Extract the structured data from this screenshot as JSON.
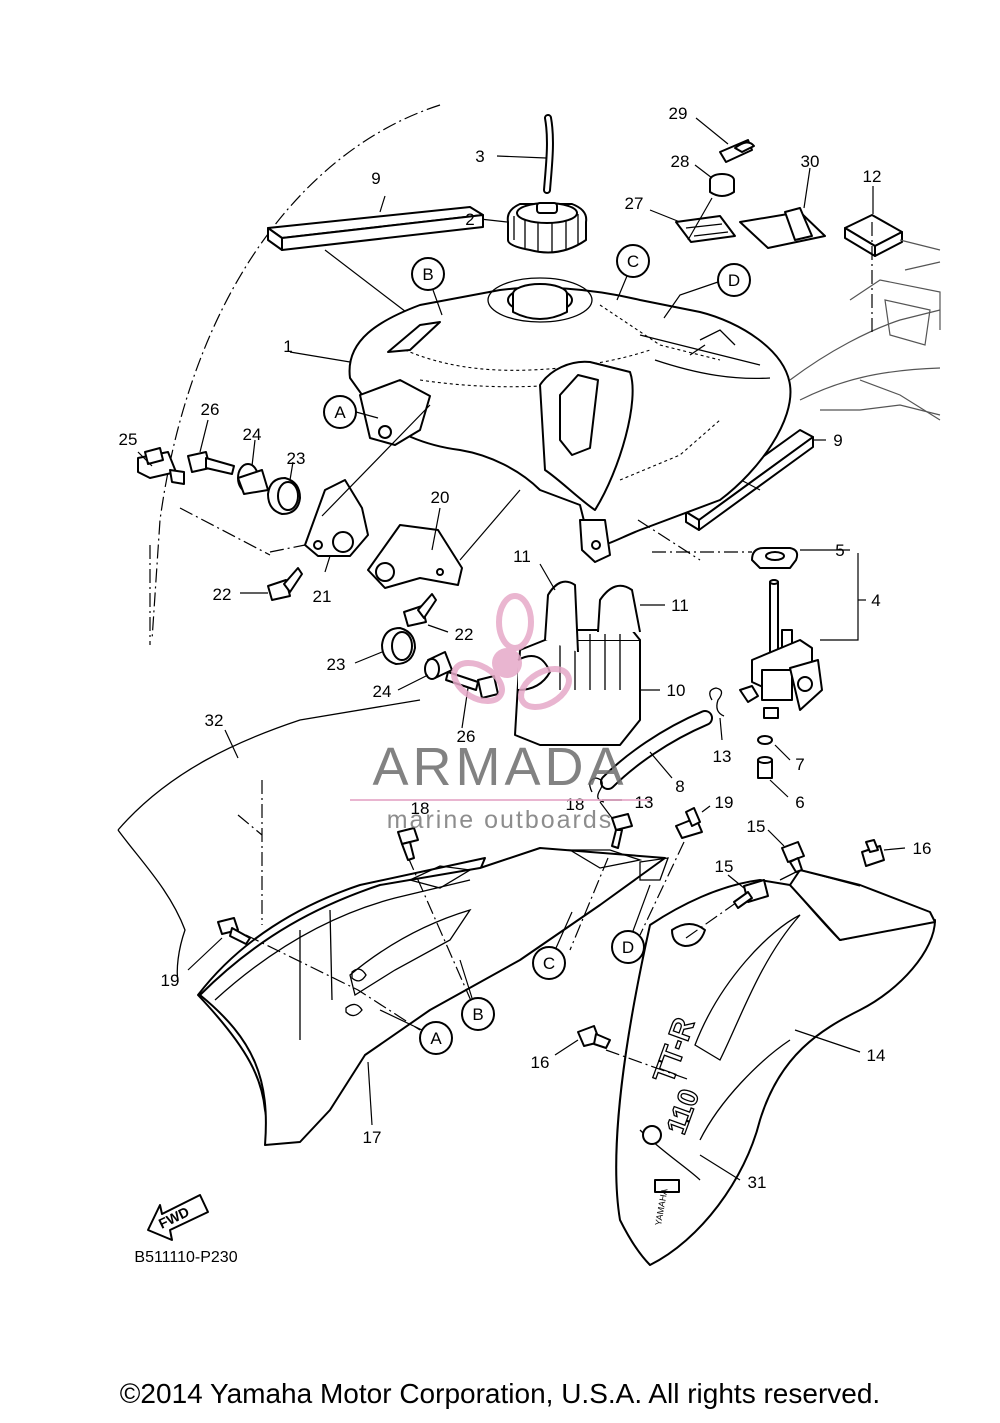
{
  "diagram_code": "B511110-P230",
  "copyright": "©2014 Yamaha Motor Corporation, U.S.A. All rights reserved.",
  "fwd_arrow_label": "FWD",
  "watermark": {
    "brand": "ARMADA",
    "tagline": "marine outboards",
    "accent_color": "#e6a9c8",
    "text_color": "#707070"
  },
  "part_labels": {
    "p1": "1",
    "p2": "2",
    "p3": "3",
    "p4": "4",
    "p5": "5",
    "p6": "6",
    "p7": "7",
    "p8": "8",
    "p9a": "9",
    "p9b": "9",
    "p10": "10",
    "p11a": "11",
    "p11b": "11",
    "p12": "12",
    "p13a": "13",
    "p13b": "13",
    "p14": "14",
    "p15a": "15",
    "p15b": "15",
    "p16a": "16",
    "p16b": "16",
    "p17": "17",
    "p18a": "18",
    "p18b": "18",
    "p19a": "19",
    "p19b": "19",
    "p20": "20",
    "p21": "21",
    "p22a": "22",
    "p22b": "22",
    "p23a": "23",
    "p23b": "23",
    "p24a": "24",
    "p24b": "24",
    "p25": "25",
    "p26a": "26",
    "p26b": "26",
    "p27": "27",
    "p28": "28",
    "p29": "29",
    "p30": "30",
    "p31": "31",
    "p32": "32"
  },
  "reference_markers": {
    "A_top": "A",
    "B_top": "B",
    "C_top": "C",
    "D_top": "D",
    "A_bottom": "A",
    "B_bottom": "B",
    "C_bottom": "C",
    "D_bottom": "D"
  },
  "decal_text": {
    "model": "TT-R",
    "model_number": "110",
    "brand": "YAMAHA"
  }
}
